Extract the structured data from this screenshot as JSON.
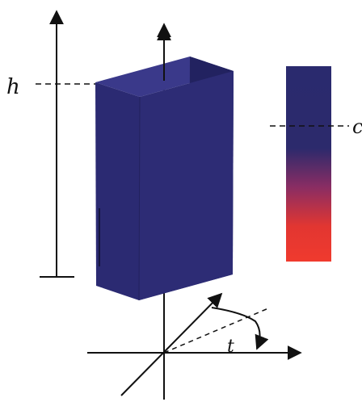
{
  "figure": {
    "labels": {
      "height": "h",
      "threshold": "c",
      "angle": "t"
    },
    "colors": {
      "background": "#ffffff",
      "box_front": "#2b2a72",
      "box_top": "#3a398a",
      "box_side": "#222260",
      "gradient_top": "#2a2a6e",
      "gradient_mid": "#8a2d63",
      "gradient_bottom": "#f03a2e",
      "line": "#111111"
    }
  }
}
